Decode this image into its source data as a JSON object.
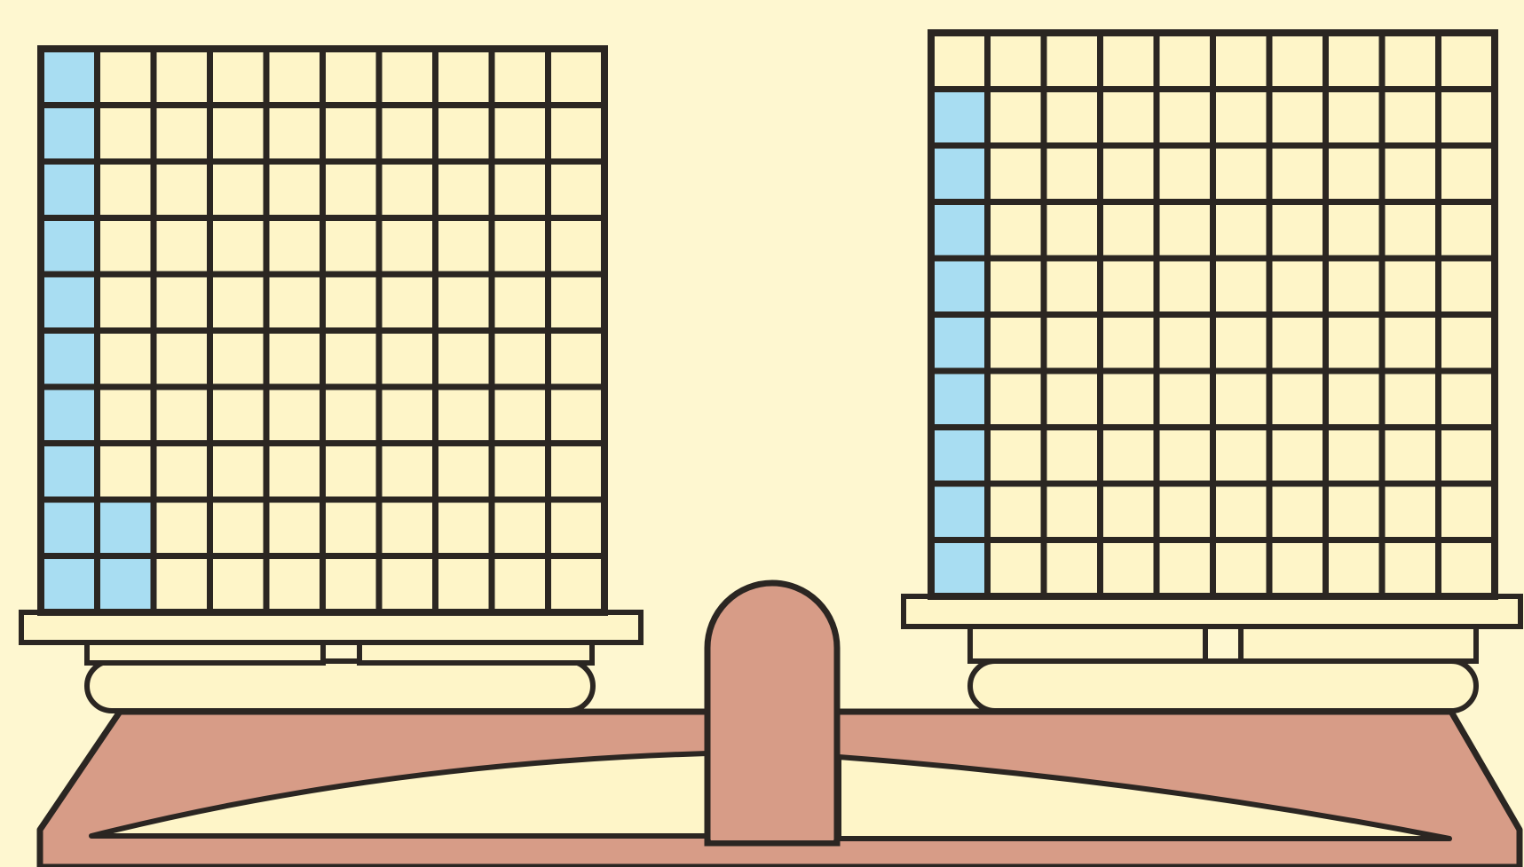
{
  "palette": {
    "background": "#fef7d0",
    "cell_empty": "#fef5c8",
    "cell_shaded": "#a8ddf2",
    "outline": "#2b2622",
    "scale_body": "#d79c87",
    "pan": "#fef5c8"
  },
  "grids": [
    {
      "id": "left-grid",
      "rows": 10,
      "cols": 10,
      "shaded_count": 12,
      "shaded_cells": [
        [
          0,
          0
        ],
        [
          1,
          0
        ],
        [
          2,
          0
        ],
        [
          3,
          0
        ],
        [
          4,
          0
        ],
        [
          5,
          0
        ],
        [
          6,
          0
        ],
        [
          7,
          0
        ],
        [
          8,
          0
        ],
        [
          9,
          0
        ],
        [
          8,
          1
        ],
        [
          9,
          1
        ]
      ]
    },
    {
      "id": "right-grid",
      "rows": 10,
      "cols": 10,
      "shaded_count": 9,
      "shaded_cells": [
        [
          1,
          0
        ],
        [
          2,
          0
        ],
        [
          3,
          0
        ],
        [
          4,
          0
        ],
        [
          5,
          0
        ],
        [
          6,
          0
        ],
        [
          7,
          0
        ],
        [
          8,
          0
        ],
        [
          9,
          0
        ]
      ]
    }
  ],
  "scale": {
    "tilt": "left side lower"
  }
}
